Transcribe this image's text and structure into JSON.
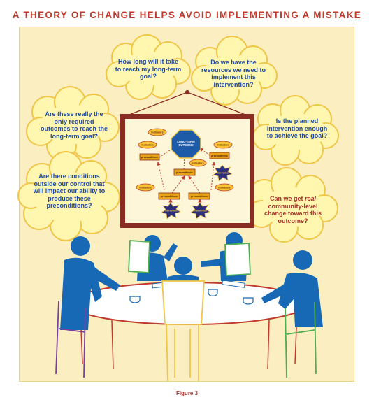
{
  "title": "A THEORY OF CHANGE HELPS AVOID IMPLEMENTING A MISTAKE",
  "bubbles": {
    "top_center": "How long will it take to reach my long-term goal?",
    "top_right": "Do we have the resources we need to implement this intervention?",
    "left_upper": "Are these really the only required outcomes to reach the long-term goal?",
    "right_middle": "Is the planned intervention enough to achieve the goal?",
    "left_lower": "Are there conditions outside our control that will impact our ability to produce these preconditions?",
    "right_lower_pre": "Can we get ",
    "right_lower_em": "real",
    "right_lower_post": " community-level change toward this outcome?"
  },
  "board": {
    "goal": "LONG-TERM OUTCOME",
    "indicator": "indicators",
    "precondition": "preconditions",
    "intervention": "intervention"
  },
  "caption": "Figure 3",
  "colors": {
    "title": "#c0392b",
    "bubble_text": "#1f4aa6",
    "bubble_text_red": "#a8322a",
    "people": "#1769b5",
    "cloud_fill": "#fff7b0",
    "cloud_border": "#f0c64a",
    "frame": "#8a2c22",
    "panel": "#fbeec1"
  }
}
